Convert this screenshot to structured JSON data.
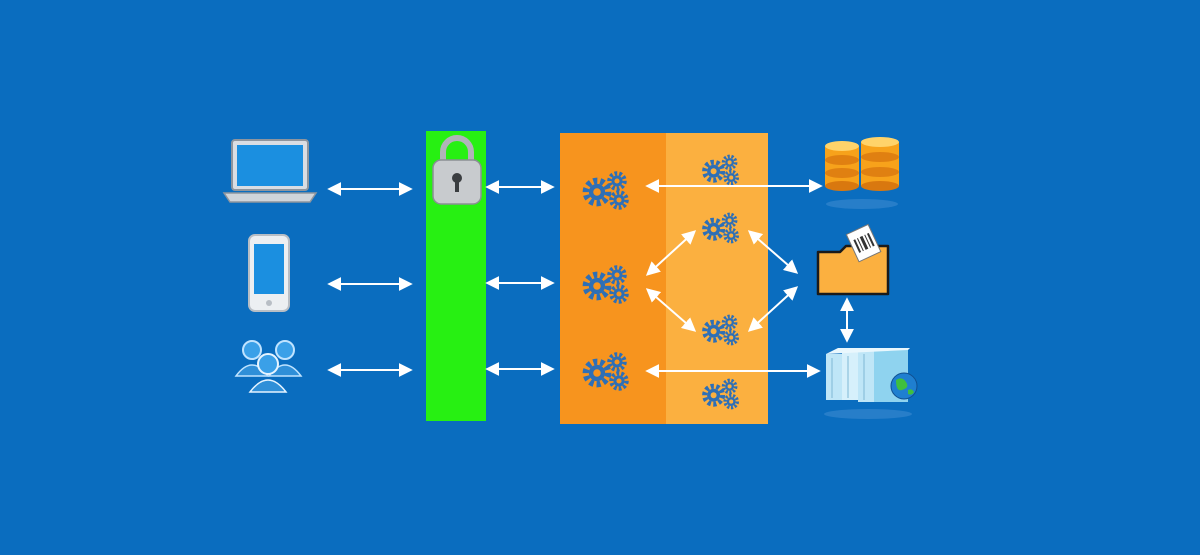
{
  "colors": {
    "background": "#0a6dbf",
    "security_bar": "#27f012",
    "engine_left": "#f7941e",
    "engine_right": "#fbb040",
    "arrow": "#ffffff",
    "gear": "#2e6fb6",
    "database": "#f7a21b",
    "folder": "#fbb040"
  },
  "clients": [
    {
      "name": "laptop",
      "icon": "laptop-icon"
    },
    {
      "name": "mobile",
      "icon": "smartphone-icon"
    },
    {
      "name": "users",
      "icon": "users-group-icon"
    }
  ],
  "security": {
    "icon": "padlock-icon"
  },
  "engine": {
    "left_gears": [
      "gear-cluster-icon",
      "gear-cluster-icon",
      "gear-cluster-icon"
    ],
    "right_gears": [
      "gear-cluster-icon",
      "gear-cluster-icon",
      "gear-cluster-icon",
      "gear-cluster-icon"
    ]
  },
  "backends": [
    {
      "name": "database",
      "icon": "database-icon"
    },
    {
      "name": "document-folder",
      "icon": "folder-document-icon"
    },
    {
      "name": "web-servers",
      "icon": "server-globe-icon"
    }
  ]
}
